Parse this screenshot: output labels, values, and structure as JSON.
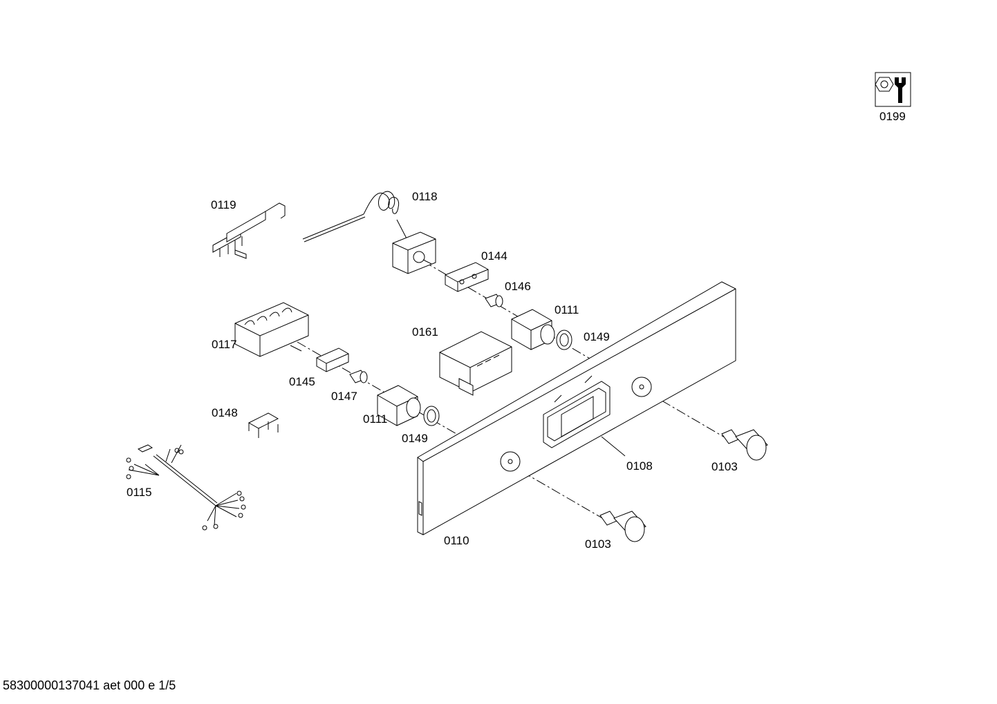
{
  "labels": {
    "p0199": "0199",
    "p0119": "0119",
    "p0118": "0118",
    "p0144": "0144",
    "p0146": "0146",
    "p0111_upper": "0111",
    "p0149_upper": "0149",
    "p0161": "0161",
    "p0117": "0117",
    "p0145": "0145",
    "p0147": "0147",
    "p0111_lower": "0111",
    "p0149_lower": "0149",
    "p0148": "0148",
    "p0108": "0108",
    "p0103_right": "0103",
    "p0115": "0115",
    "p0110": "0110",
    "p0103_lower": "0103"
  },
  "footer": "58300000137041 aet 000 e 1/5",
  "icons": [
    "service-tools-icon"
  ]
}
